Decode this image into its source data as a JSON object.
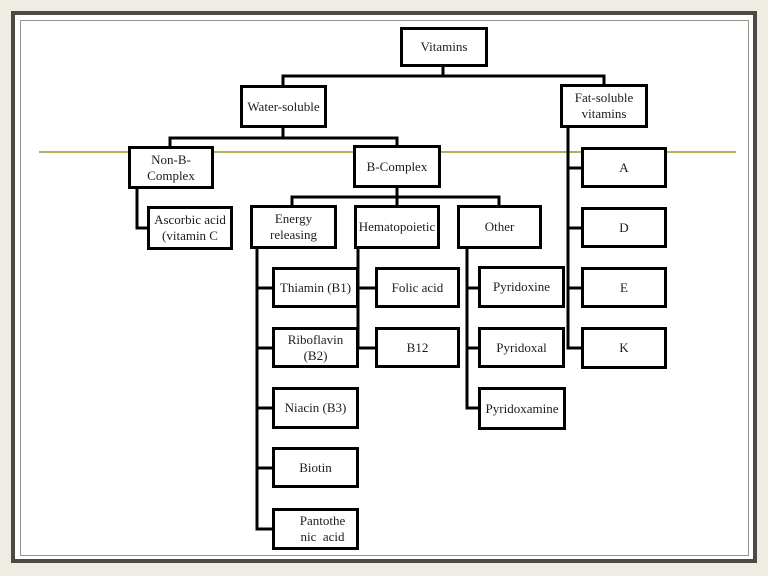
{
  "nodes": {
    "vitamins": {
      "label": "Vitamins"
    },
    "water_soluble": {
      "label": "Water-soluble"
    },
    "fat_soluble": {
      "label": "Fat-soluble\nvitamins"
    },
    "non_b_complex": {
      "label": "Non-B-\nComplex"
    },
    "b_complex": {
      "label": "B-Complex"
    },
    "ascorbic_acid": {
      "label": "Ascorbic acid\n(vitamin C"
    },
    "energy_releasing": {
      "label": "Energy\nreleasing"
    },
    "hematopoietic": {
      "label": "Hematopoietic"
    },
    "other": {
      "label": "Other"
    },
    "thiamin": {
      "label": "Thiamin (B1)"
    },
    "riboflavin": {
      "label": "Riboflavin\n(B2)"
    },
    "niacin": {
      "label": "Niacin (B3)"
    },
    "biotin": {
      "label": "Biotin"
    },
    "pantothenic": {
      "label": "Pantothe\nnic  acid"
    },
    "folic_acid": {
      "label": "Folic acid"
    },
    "b12": {
      "label": "B12"
    },
    "pyridoxine": {
      "label": "Pyridoxine"
    },
    "pyridoxal": {
      "label": "Pyridoxal"
    },
    "pyridoxamine": {
      "label": "Pyridoxamine"
    },
    "vitamin_a": {
      "label": "A"
    },
    "vitamin_d": {
      "label": "D"
    },
    "vitamin_e": {
      "label": "E"
    },
    "vitamin_k": {
      "label": "K"
    }
  },
  "hierarchy": {
    "vitamins": [
      "water_soluble",
      "fat_soluble"
    ],
    "water_soluble": [
      "non_b_complex",
      "b_complex"
    ],
    "non_b_complex": [
      "ascorbic_acid"
    ],
    "b_complex": [
      "energy_releasing",
      "hematopoietic",
      "other"
    ],
    "energy_releasing": [
      "thiamin",
      "riboflavin",
      "niacin",
      "biotin",
      "pantothenic"
    ],
    "hematopoietic": [
      "folic_acid",
      "b12"
    ],
    "other": [
      "pyridoxine",
      "pyridoxal",
      "pyridoxamine"
    ],
    "fat_soluble": [
      "vitamin_a",
      "vitamin_d",
      "vitamin_e",
      "vitamin_k"
    ]
  },
  "colors": {
    "divider_line": "#b3b060",
    "connector_line": "#000000",
    "frame_border": "#4b4b48",
    "inner_frame_line": "#96948b",
    "page_background": "#efede3",
    "box_background": "#ffffff"
  }
}
